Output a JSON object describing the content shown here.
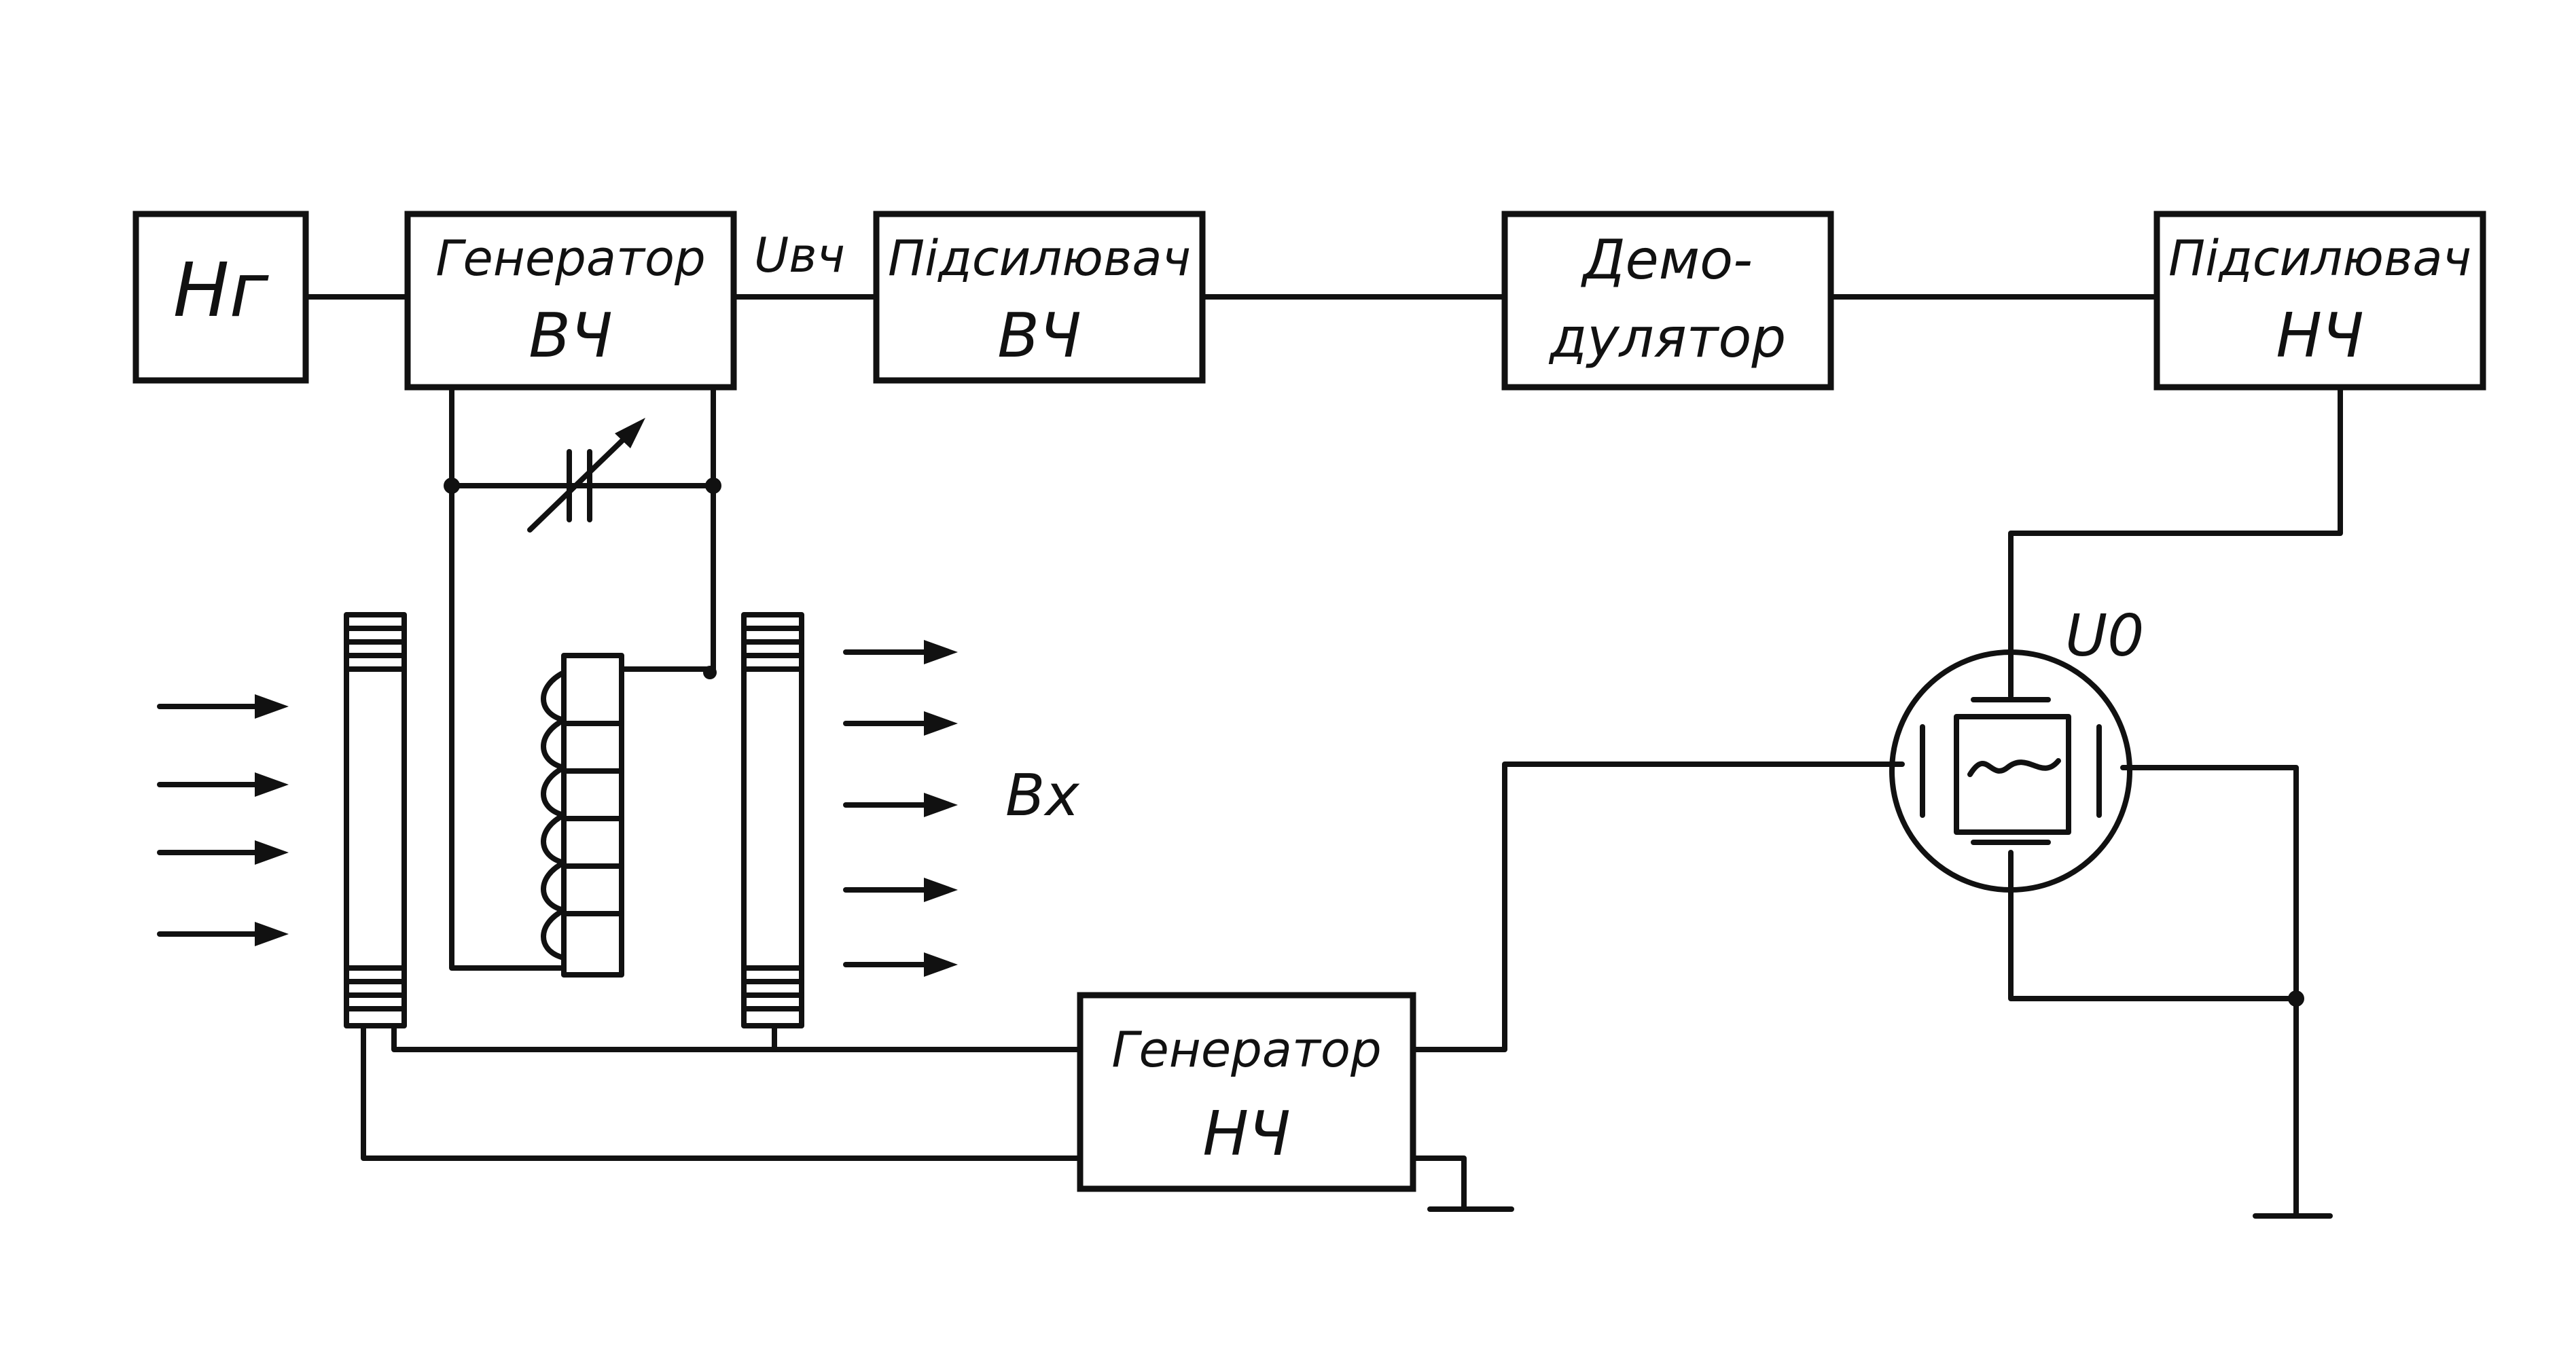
{
  "blocks": {
    "hz": {
      "label": "Hг"
    },
    "gen_hf": {
      "line1": "Генератор",
      "line2": "ВЧ"
    },
    "amp_hf": {
      "line1": "Підсилювач",
      "line2": "ВЧ"
    },
    "demod": {
      "line1": "Демо-",
      "line2": "дулятор"
    },
    "amp_lf": {
      "line1": "Підсилювач",
      "line2": "НЧ"
    },
    "gen_lf": {
      "line1": "Генератор",
      "line2": "НЧ"
    }
  },
  "labels": {
    "u_hf": "Uвч",
    "u_0": "U0",
    "b_x": "Bx"
  },
  "colors": {
    "ink": "#111111",
    "background": "#ffffff"
  }
}
